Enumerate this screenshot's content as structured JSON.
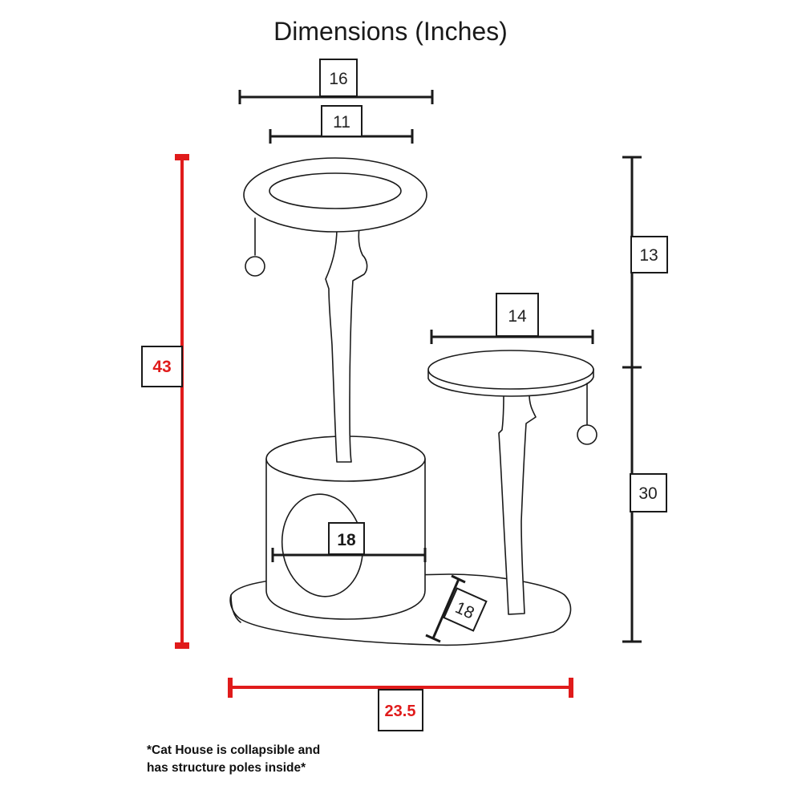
{
  "title": "Dimensions (Inches)",
  "dimensions": {
    "top_perch_outer": "16",
    "top_perch_inner": "11",
    "side_platform": "14",
    "total_height": "43",
    "upper_height": "13",
    "lower_height": "30",
    "house_width": "18",
    "base_depth": "18",
    "base_width": "23.5"
  },
  "note": {
    "line1": "*Cat House is collapsible and",
    "line2": "has structure poles inside*"
  },
  "colors": {
    "line": "#1a1a1a",
    "highlight": "#e01b1b",
    "label_text": "#222222"
  }
}
